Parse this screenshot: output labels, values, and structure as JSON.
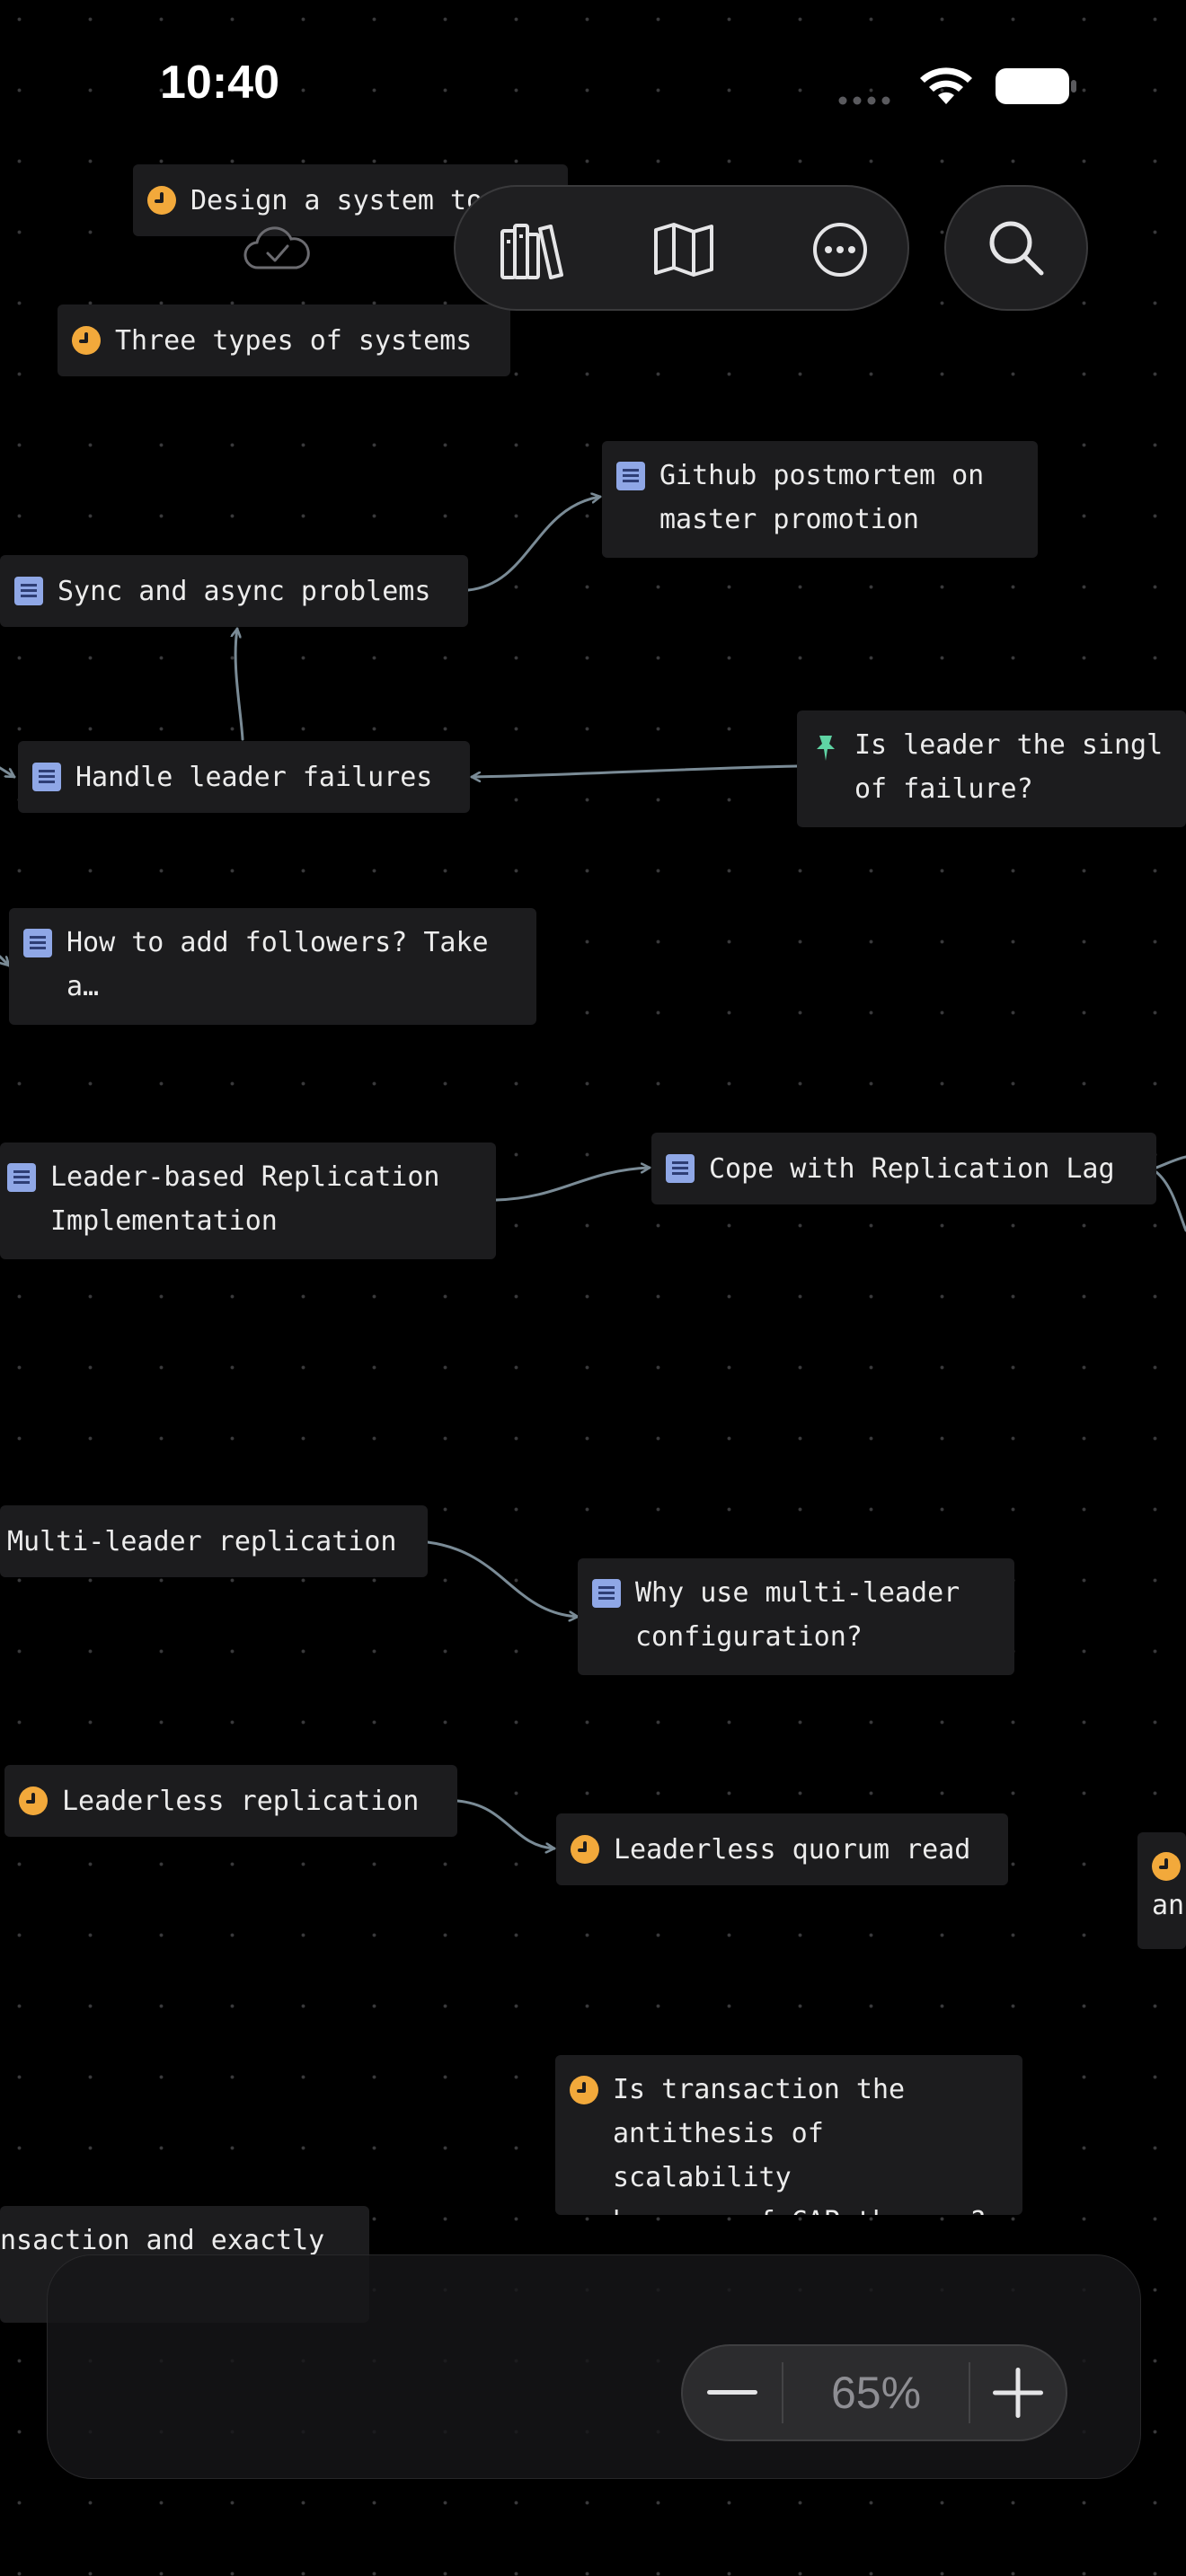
{
  "status_bar": {
    "time": "10:40"
  },
  "toolbar": {
    "library_icon": "books-icon",
    "map_icon": "map-icon",
    "more_icon": "ellipsis-circle-icon",
    "search_icon": "magnifying-glass-icon"
  },
  "sync_indicator": {
    "icon": "cloud-check-icon"
  },
  "nodes": {
    "design_system": {
      "icon": "clock",
      "text": "Design a system to"
    },
    "three_types": {
      "icon": "clock",
      "text": "Three types of systems"
    },
    "github_postmortem": {
      "icon": "note",
      "text": "Github postmortem on\nmaster promotion"
    },
    "sync_async": {
      "icon": "note",
      "text": "Sync and async problems"
    },
    "handle_leader": {
      "icon": "note",
      "text": "Handle leader failures"
    },
    "leader_spof": {
      "icon": "pin",
      "text": "Is leader the singl\nof failure?"
    },
    "add_followers": {
      "icon": "note",
      "text": "How to add followers? Take\na…"
    },
    "leader_based": {
      "icon": "note",
      "text": "Leader-based Replication\nImplementation"
    },
    "replication_lag": {
      "icon": "note",
      "text": "Cope with Replication Lag"
    },
    "multi_leader": {
      "icon": "none",
      "text": "Multi-leader replication"
    },
    "why_multi_leader": {
      "icon": "note",
      "text": "Why use multi-leader\nconfiguration?"
    },
    "leaderless": {
      "icon": "clock",
      "text": "Leaderless replication"
    },
    "quorum_read": {
      "icon": "clock",
      "text": "Leaderless quorum read"
    },
    "partial_an": {
      "icon": "clock",
      "text": "an"
    },
    "transaction_cap": {
      "icon": "clock",
      "text": "Is transaction the\nantithesis of scalability\nbecause of CAP theorem?"
    },
    "transaction_exactly": {
      "icon": "none",
      "text": "nsaction and exactly"
    }
  },
  "zoom": {
    "level": "65%",
    "minus_icon": "minus-icon",
    "plus_icon": "plus-icon"
  },
  "colors": {
    "background": "#000000",
    "node_bg": "#1c1c1e",
    "edge": "#7a8b96",
    "clock_icon": "#f2a93b",
    "note_icon": "#8fa7e6",
    "pin_icon": "#5fd4a4"
  }
}
